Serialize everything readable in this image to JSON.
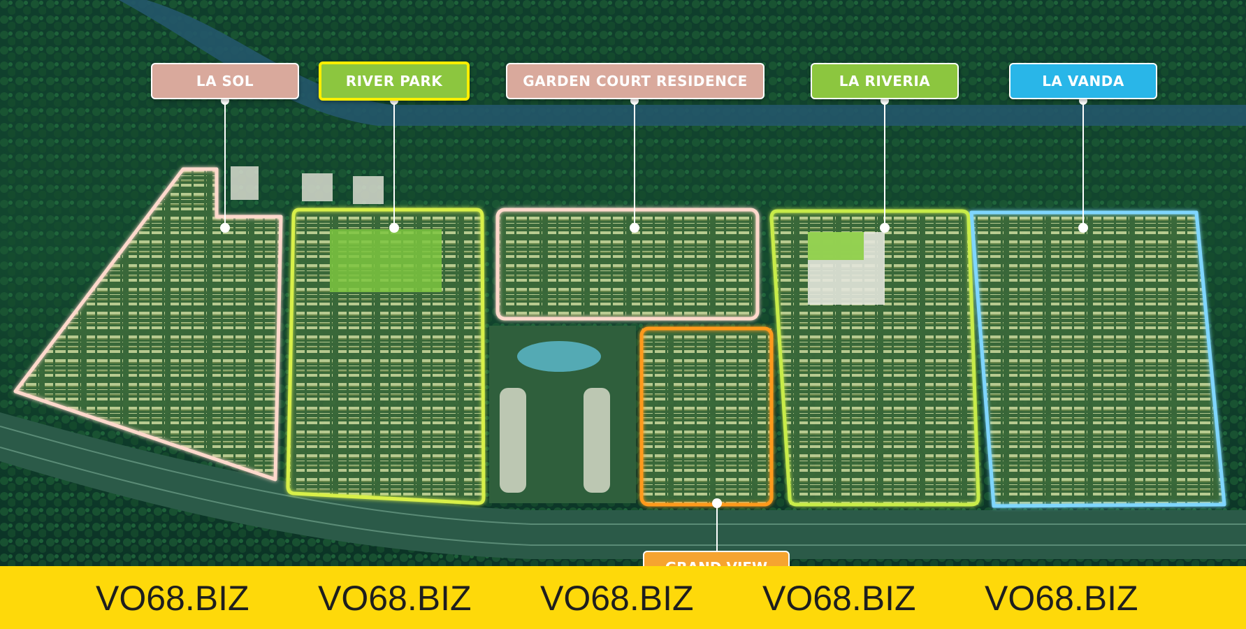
{
  "map": {
    "zones": [
      {
        "id": "la-sol",
        "label": "LA SOL",
        "color": "#d9a99c",
        "outline": "#ffd9cc"
      },
      {
        "id": "river-park",
        "label": "RIVER PARK",
        "color": "#8cc63f",
        "outline": "#d8f04a",
        "highlight": "#ffee00"
      },
      {
        "id": "garden-court",
        "label": "GARDEN COURT RESIDENCE",
        "color": "#d9a99c",
        "outline": "#ffd9cc"
      },
      {
        "id": "la-riveria",
        "label": "LA RIVERIA",
        "color": "#8cc63f",
        "outline": "#c8ec4a"
      },
      {
        "id": "la-vanda",
        "label": "LA VANDA",
        "color": "#29b6e8",
        "outline": "#7fd6ff"
      },
      {
        "id": "grand-view",
        "label": "GRAND VIEW",
        "color": "#f6a430",
        "outline": "#ff9a1a"
      }
    ]
  },
  "banner": {
    "text": [
      "VO68.BIZ",
      "VO68.BIZ",
      "VO68.BIZ",
      "VO68.BIZ",
      "VO68.BIZ"
    ],
    "color": "#fed90a"
  }
}
